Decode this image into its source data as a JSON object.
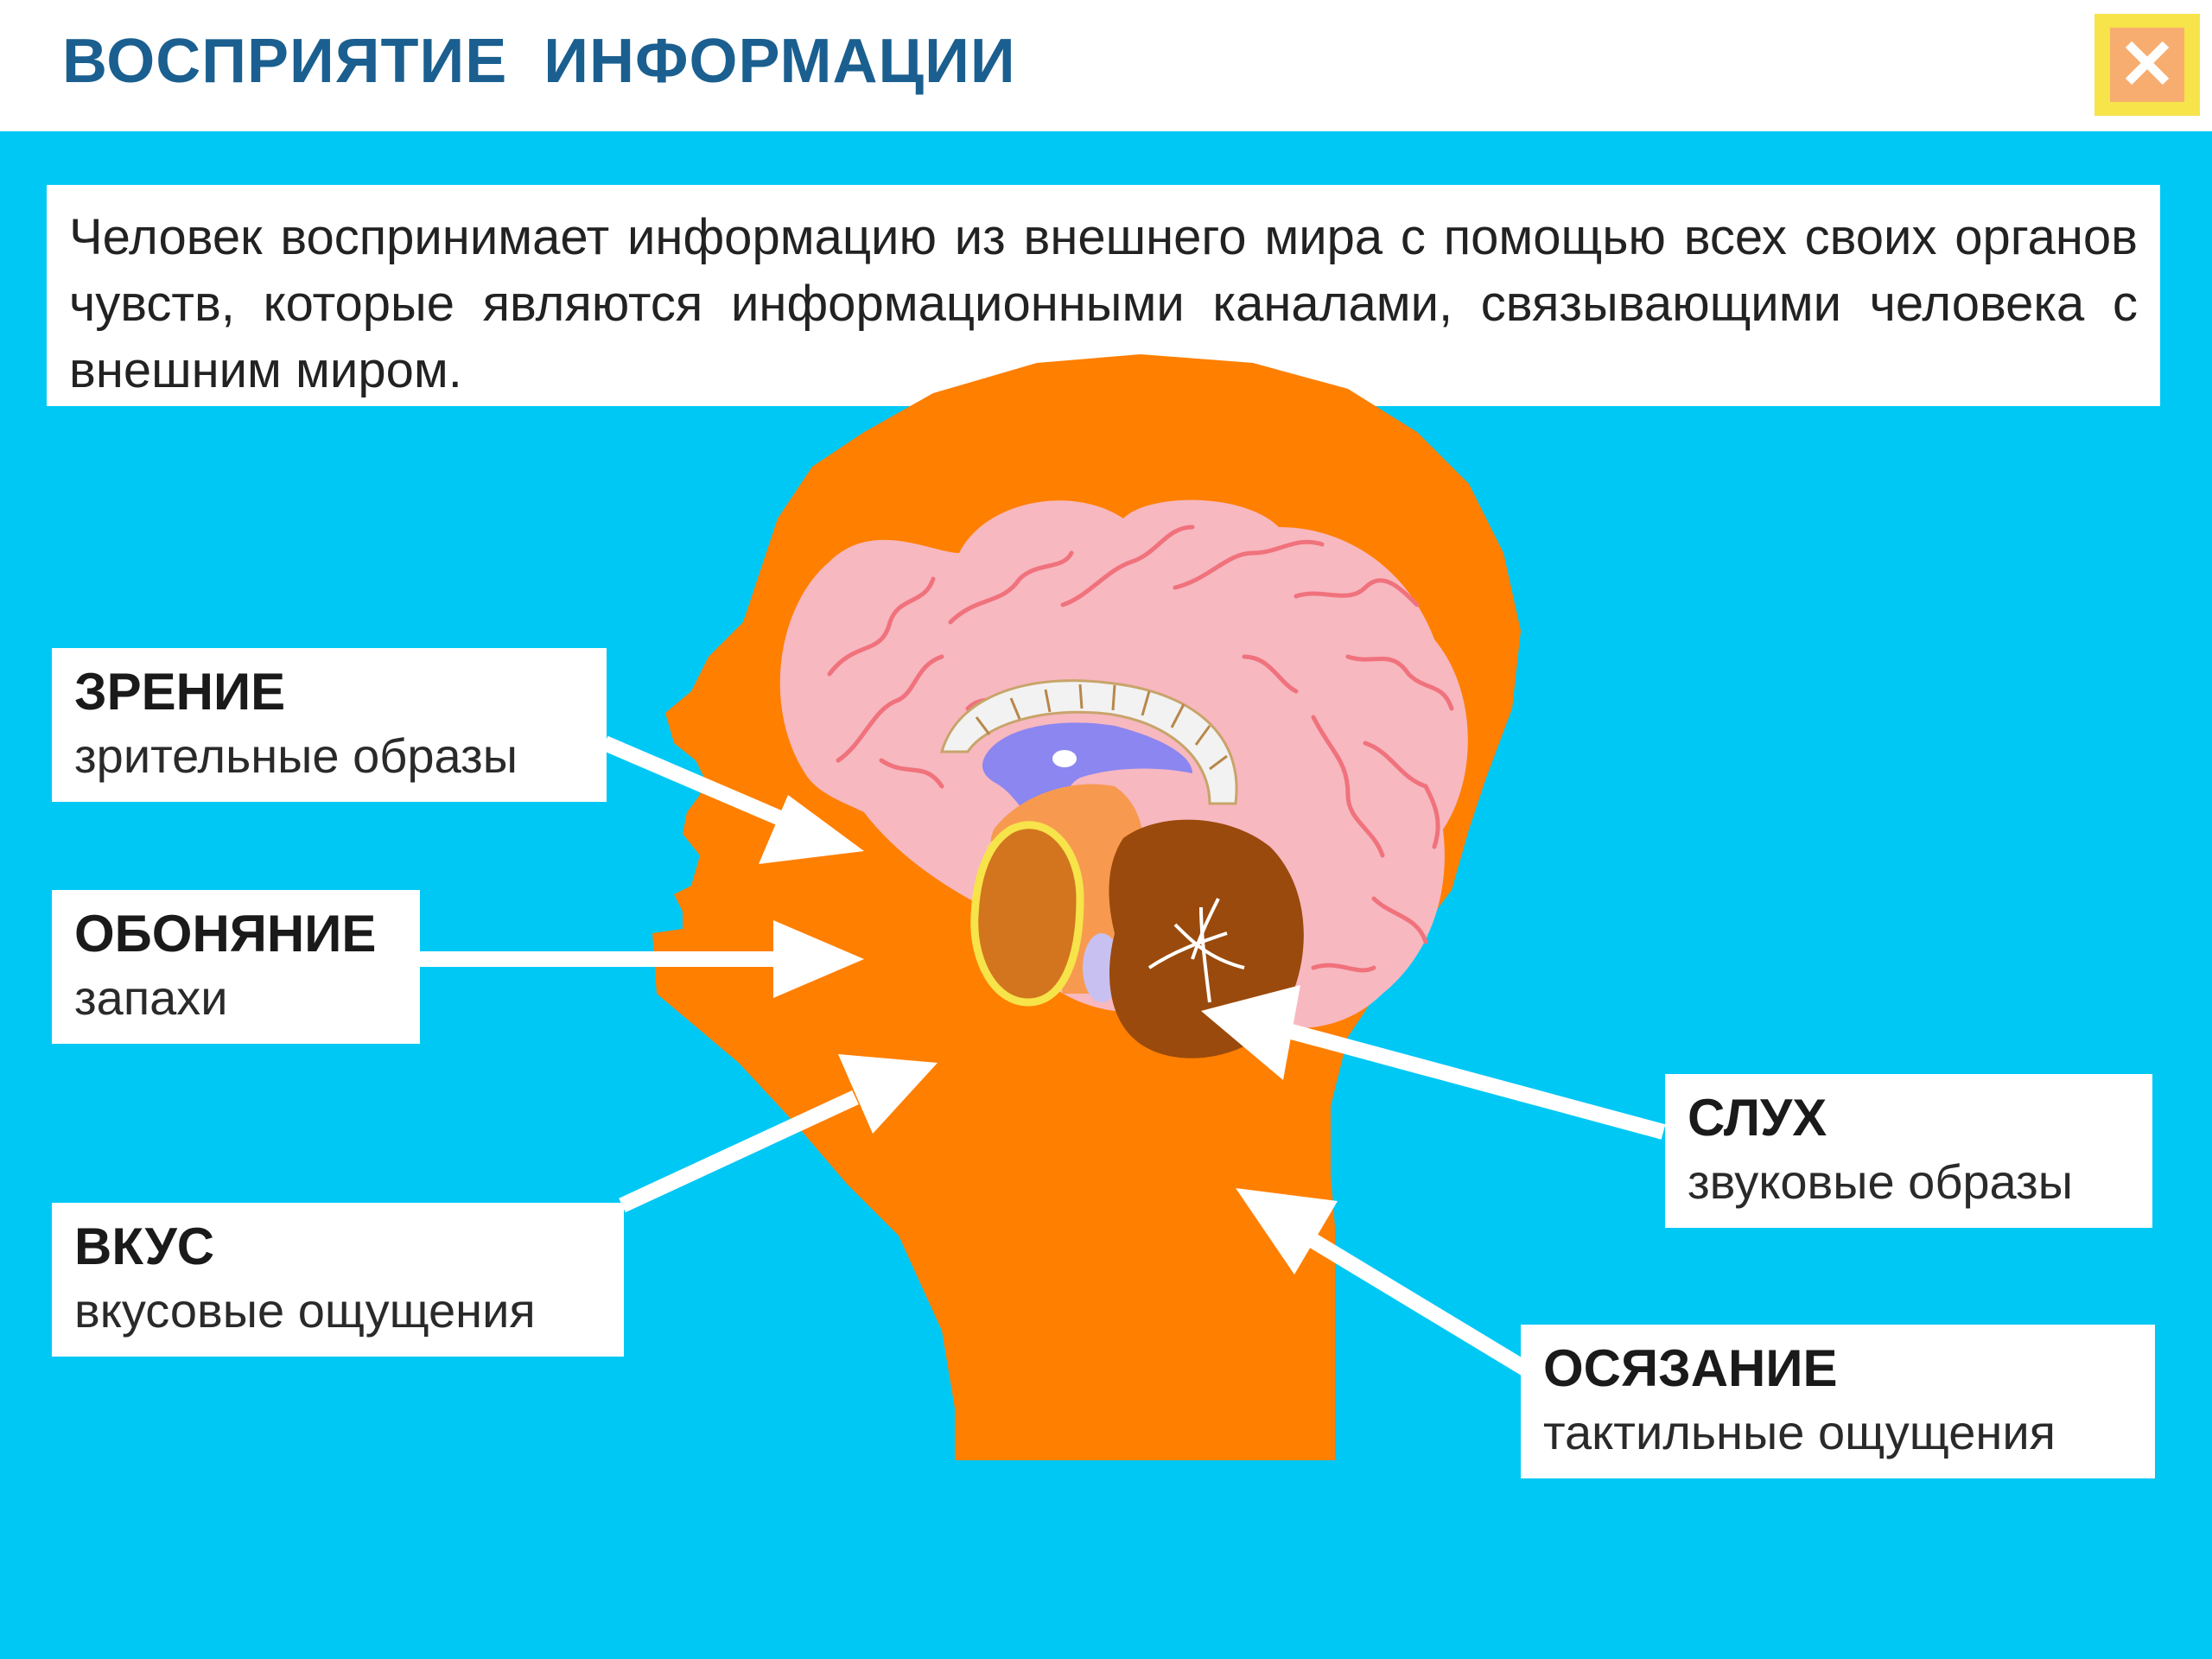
{
  "header": {
    "title": "ВОСПРИЯТИЕ  ИНФОРМАЦИИ",
    "close_label": "✕"
  },
  "intro": {
    "text": "Человек воспринимает информацию из внешнего мира с помощью всех своих органов чувств, которые являются информационными каналами, связывающими человека с внешним миром."
  },
  "senses": {
    "vision": {
      "name": "ЗРЕНИЕ",
      "desc": "зрительные образы"
    },
    "smell": {
      "name": "ОБОНЯНИЕ",
      "desc": "запахи"
    },
    "taste": {
      "name": "ВКУС",
      "desc": "вкусовые ощущения"
    },
    "hearing": {
      "name": "СЛУХ",
      "desc": "звуковые образы"
    },
    "touch": {
      "name": "ОСЯЗАНИЕ",
      "desc": "тактильные ощущения"
    }
  },
  "colors": {
    "background": "#00c8f5",
    "head": "#ff7f00",
    "brain": "#f7b8c0",
    "title": "#1a5f8f",
    "arrow": "#ffffff"
  }
}
